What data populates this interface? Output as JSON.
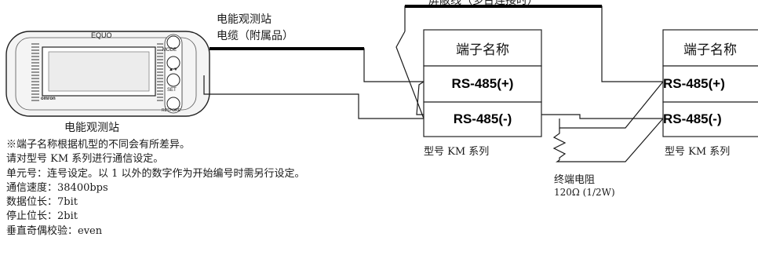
{
  "device": {
    "brand": "EQUO",
    "logo": "omron",
    "buttons": {
      "mode": "MODE",
      "updown": "▲▼",
      "set": "SET",
      "restore": "RESTORE"
    },
    "caption": "电能观测站"
  },
  "cable": {
    "line1": "电能观测站",
    "line2": "电缆（附属品）"
  },
  "shield": "屏蔽线（多台连接时）",
  "blocks": [
    {
      "header": "端子名称",
      "plus": "RS-485(+)",
      "minus": "RS-485(-)",
      "model": "型号 KM 系列"
    },
    {
      "header": "端子名称",
      "plus": "RS-485(+)",
      "minus": "RS-485(-)",
      "model": "型号 KM 系列"
    }
  ],
  "terminator": {
    "label": "终端电阻",
    "value": "120Ω (1/2W)"
  },
  "notes": [
    "※端子名称根据机型的不同会有所差异。",
    "请对型号 KM 系列进行通信设定。",
    "单元号：连号设定。以 1 以外的数字作为开始编号时需另行设定。",
    "通信速度：38400bps",
    "数据位长：7bit",
    "停止位长：2bit",
    "垂直奇偶校验：even"
  ]
}
